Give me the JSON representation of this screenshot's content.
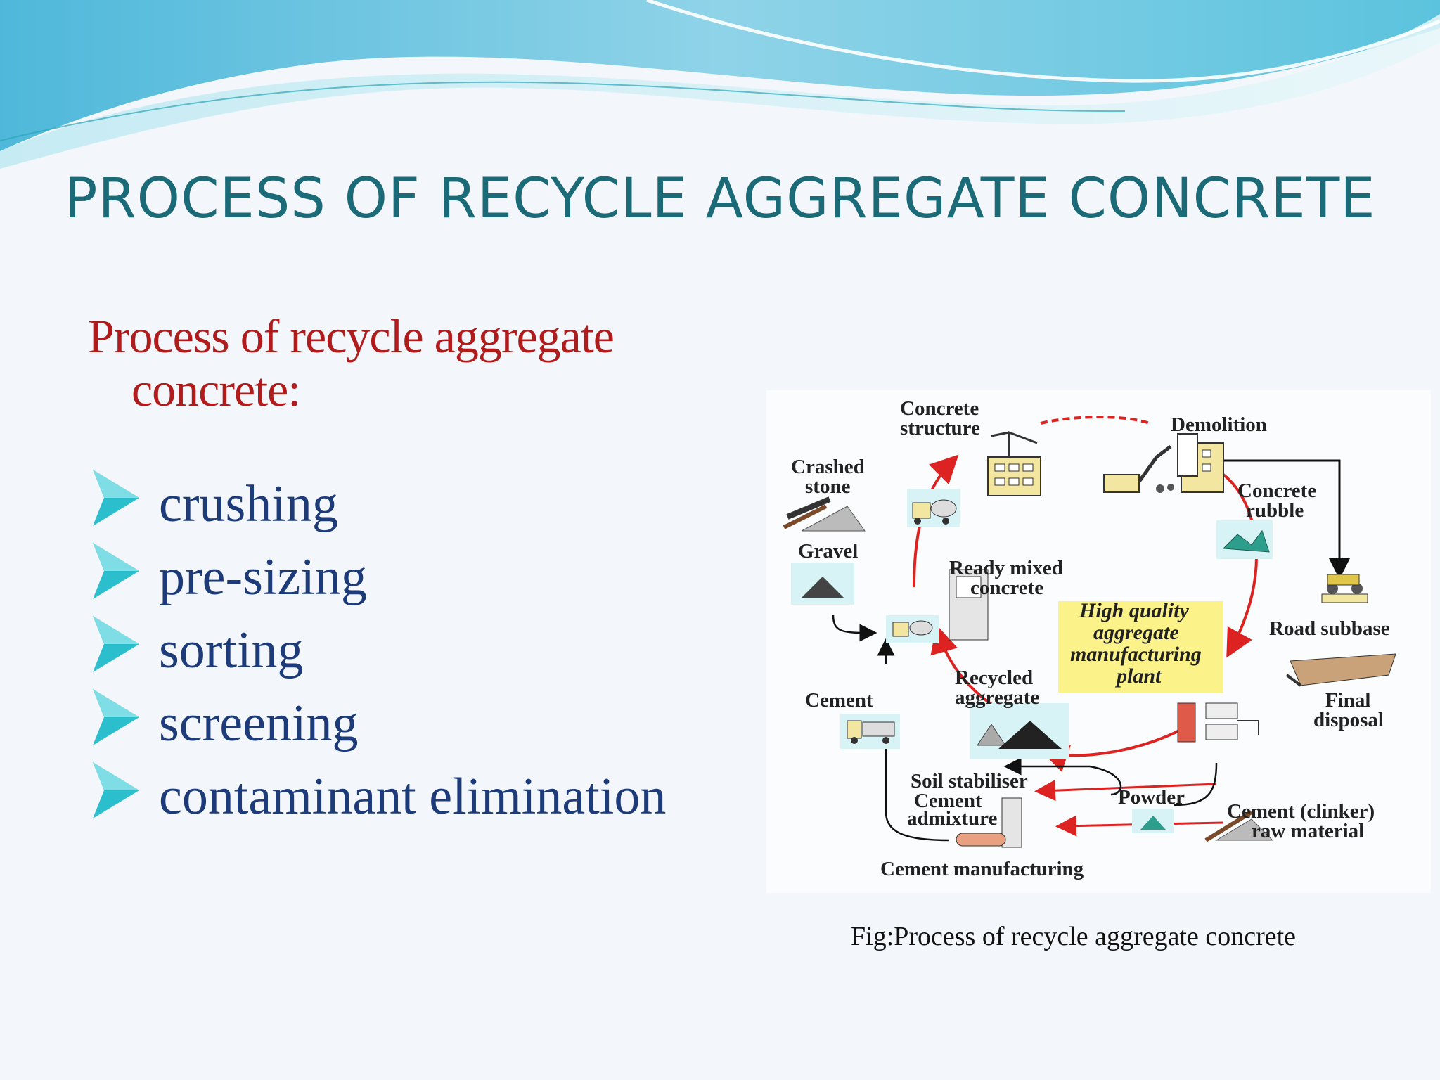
{
  "slide": {
    "title": "PROCESS OF RECYCLE AGGREGATE CONCRETE",
    "subheading_line1": "Process of recycle  aggregate",
    "subheading_line2": "concrete:",
    "bullets": [
      "crushing",
      "pre-sizing",
      "sorting",
      "screening",
      "contaminant elimination"
    ],
    "bullet_icon": "teal-arrowhead-icon",
    "colors": {
      "title": "#1a6a78",
      "subheading": "#b01c1c",
      "bullets": "#1c3b78",
      "accent": "#2bbfce"
    }
  },
  "diagram": {
    "labels": {
      "concrete_structure_1": "Concrete",
      "concrete_structure_2": "structure",
      "demolition": "Demolition",
      "crashed_stone_1": "Crashed",
      "crashed_stone_2": "stone",
      "concrete_rubble_1": "Concrete",
      "concrete_rubble_2": "rubble",
      "gravel": "Gravel",
      "ready_mixed_1": "Ready mixed",
      "ready_mixed_2": "concrete",
      "road_subbase": "Road subbase",
      "hq_1": "High quality",
      "hq_2": "aggregate",
      "hq_3": "manufacturing",
      "hq_4": "plant",
      "final_disposal_1": "Final",
      "final_disposal_2": "disposal",
      "recycled_aggregate_1": "Recycled",
      "recycled_aggregate_2": "aggregate",
      "cement": "Cement",
      "soil_stabiliser": "Soil stabiliser",
      "powder": "Powder",
      "cement_admixture_1": "Cement",
      "cement_admixture_2": "admixture",
      "cement_clinker_1": "Cement (clinker)",
      "cement_clinker_2": "raw material",
      "cement_manufacturing": "Cement manufacturing"
    }
  },
  "caption": "Fig:Process of recycle aggregate concrete"
}
